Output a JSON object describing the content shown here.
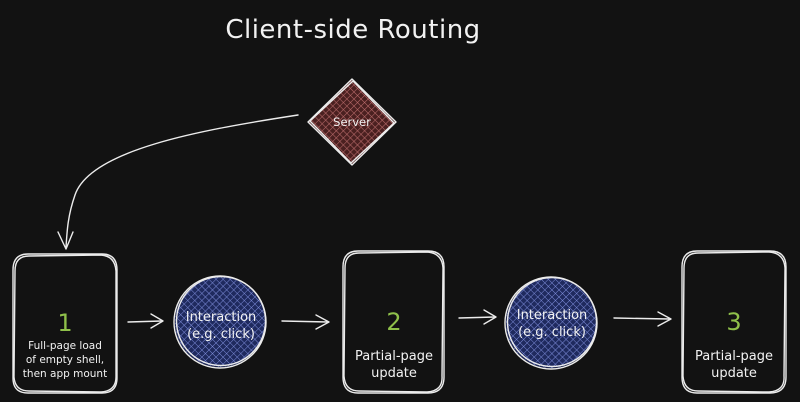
{
  "title": "Client-side Routing",
  "server": {
    "label": "Server",
    "color": "#a85a5a",
    "fill_color": "#4a2020"
  },
  "steps": [
    {
      "number": "1",
      "lines": [
        "Full-page load",
        "of empty shell,",
        "then app mount"
      ]
    },
    {
      "number": "2",
      "lines": [
        "Partial-page",
        "update"
      ]
    },
    {
      "number": "3",
      "lines": [
        "Partial-page",
        "update"
      ]
    }
  ],
  "interactions": [
    {
      "lines": [
        "Interaction",
        "(e.g. click)"
      ]
    },
    {
      "lines": [
        "Interaction",
        "(e.g. click)"
      ]
    }
  ],
  "colors": {
    "background": "#121212",
    "stroke": "#ececec",
    "step_number": "#8fc04a",
    "interaction_fill": "#1f2a5e",
    "interaction_hatch": "#7b8ad6"
  },
  "icons": {
    "arrow": "arrow-right-icon",
    "curved_arrow": "curved-arrow-down-icon"
  }
}
